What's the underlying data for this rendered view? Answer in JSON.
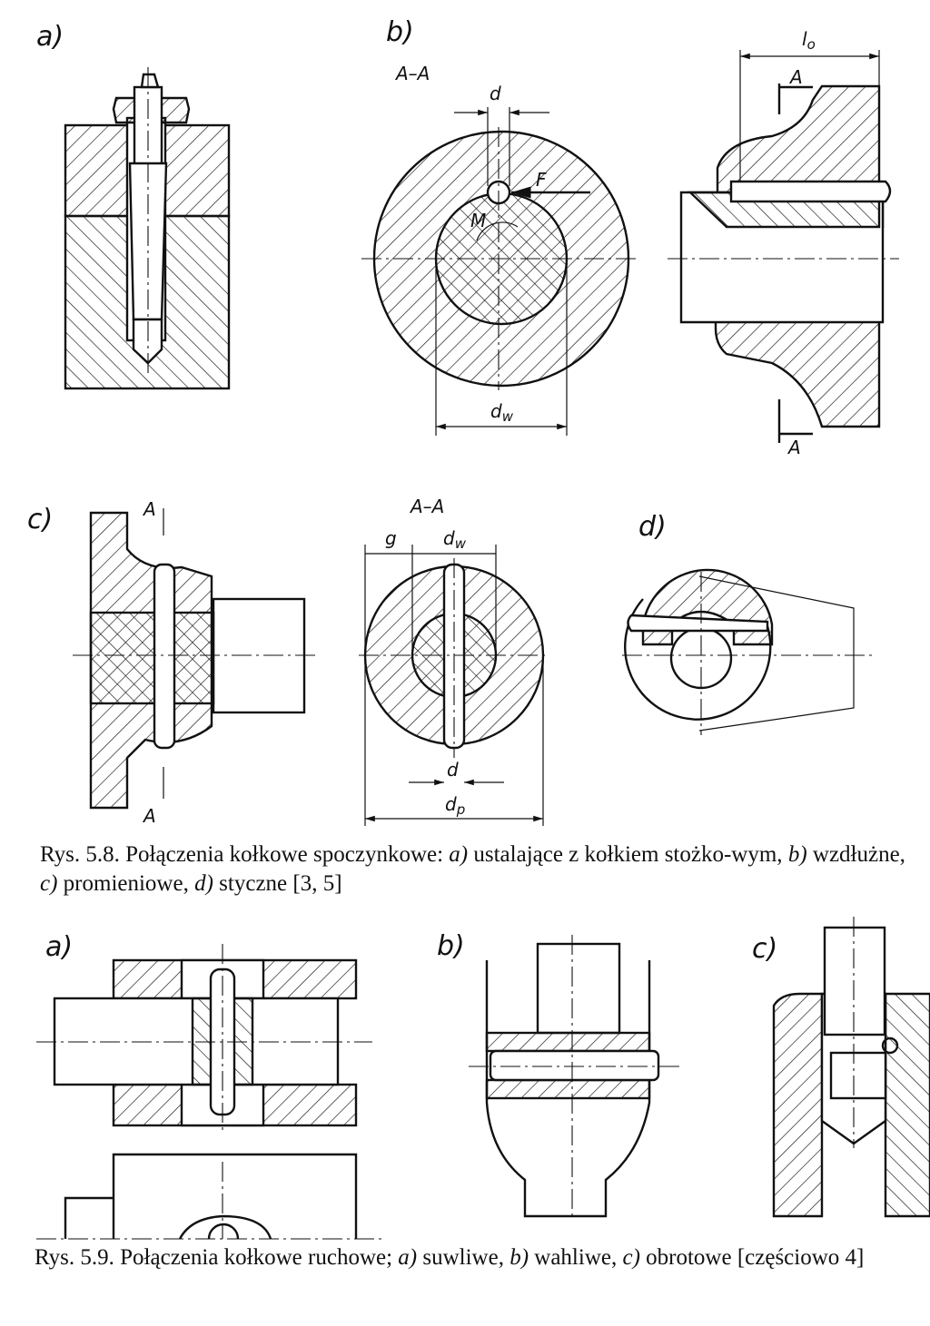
{
  "fig58": {
    "a_label": "a)",
    "b_label": "b)",
    "c_label": "c)",
    "d_label": "d)",
    "section_aa": "A–A",
    "section_mark": "A",
    "dim_d": "d",
    "dim_dw": "d",
    "dim_dw_sub": "w",
    "dim_dp": "d",
    "dim_dp_sub": "p",
    "dim_g": "g",
    "dim_l": "l",
    "dim_l_sub": "o",
    "force": "F",
    "moment": "M",
    "caption_lead": "Rys. 5.8. Połączenia kołkowe spoczynkowe: ",
    "caption_a": "a)",
    "caption_a_text": " ustalające z kołkiem stożko-wym, ",
    "caption_b": "b)",
    "caption_b_text": " wzdłużne, ",
    "caption_c": "c)",
    "caption_c_text": " promieniowe, ",
    "caption_d": "d)",
    "caption_d_text": " styczne [3, 5]"
  },
  "fig59": {
    "a_label": "a)",
    "b_label": "b)",
    "c_label": "c)",
    "caption_lead": "Rys. 5.9. Połączenia kołkowe ruchowe; ",
    "caption_a": "a)",
    "caption_a_text": " suwliwe, ",
    "caption_b": "b)",
    "caption_b_text": " wahliwe, ",
    "caption_c": "c)",
    "caption_c_text": " obrotowe [częściowo 4]"
  }
}
